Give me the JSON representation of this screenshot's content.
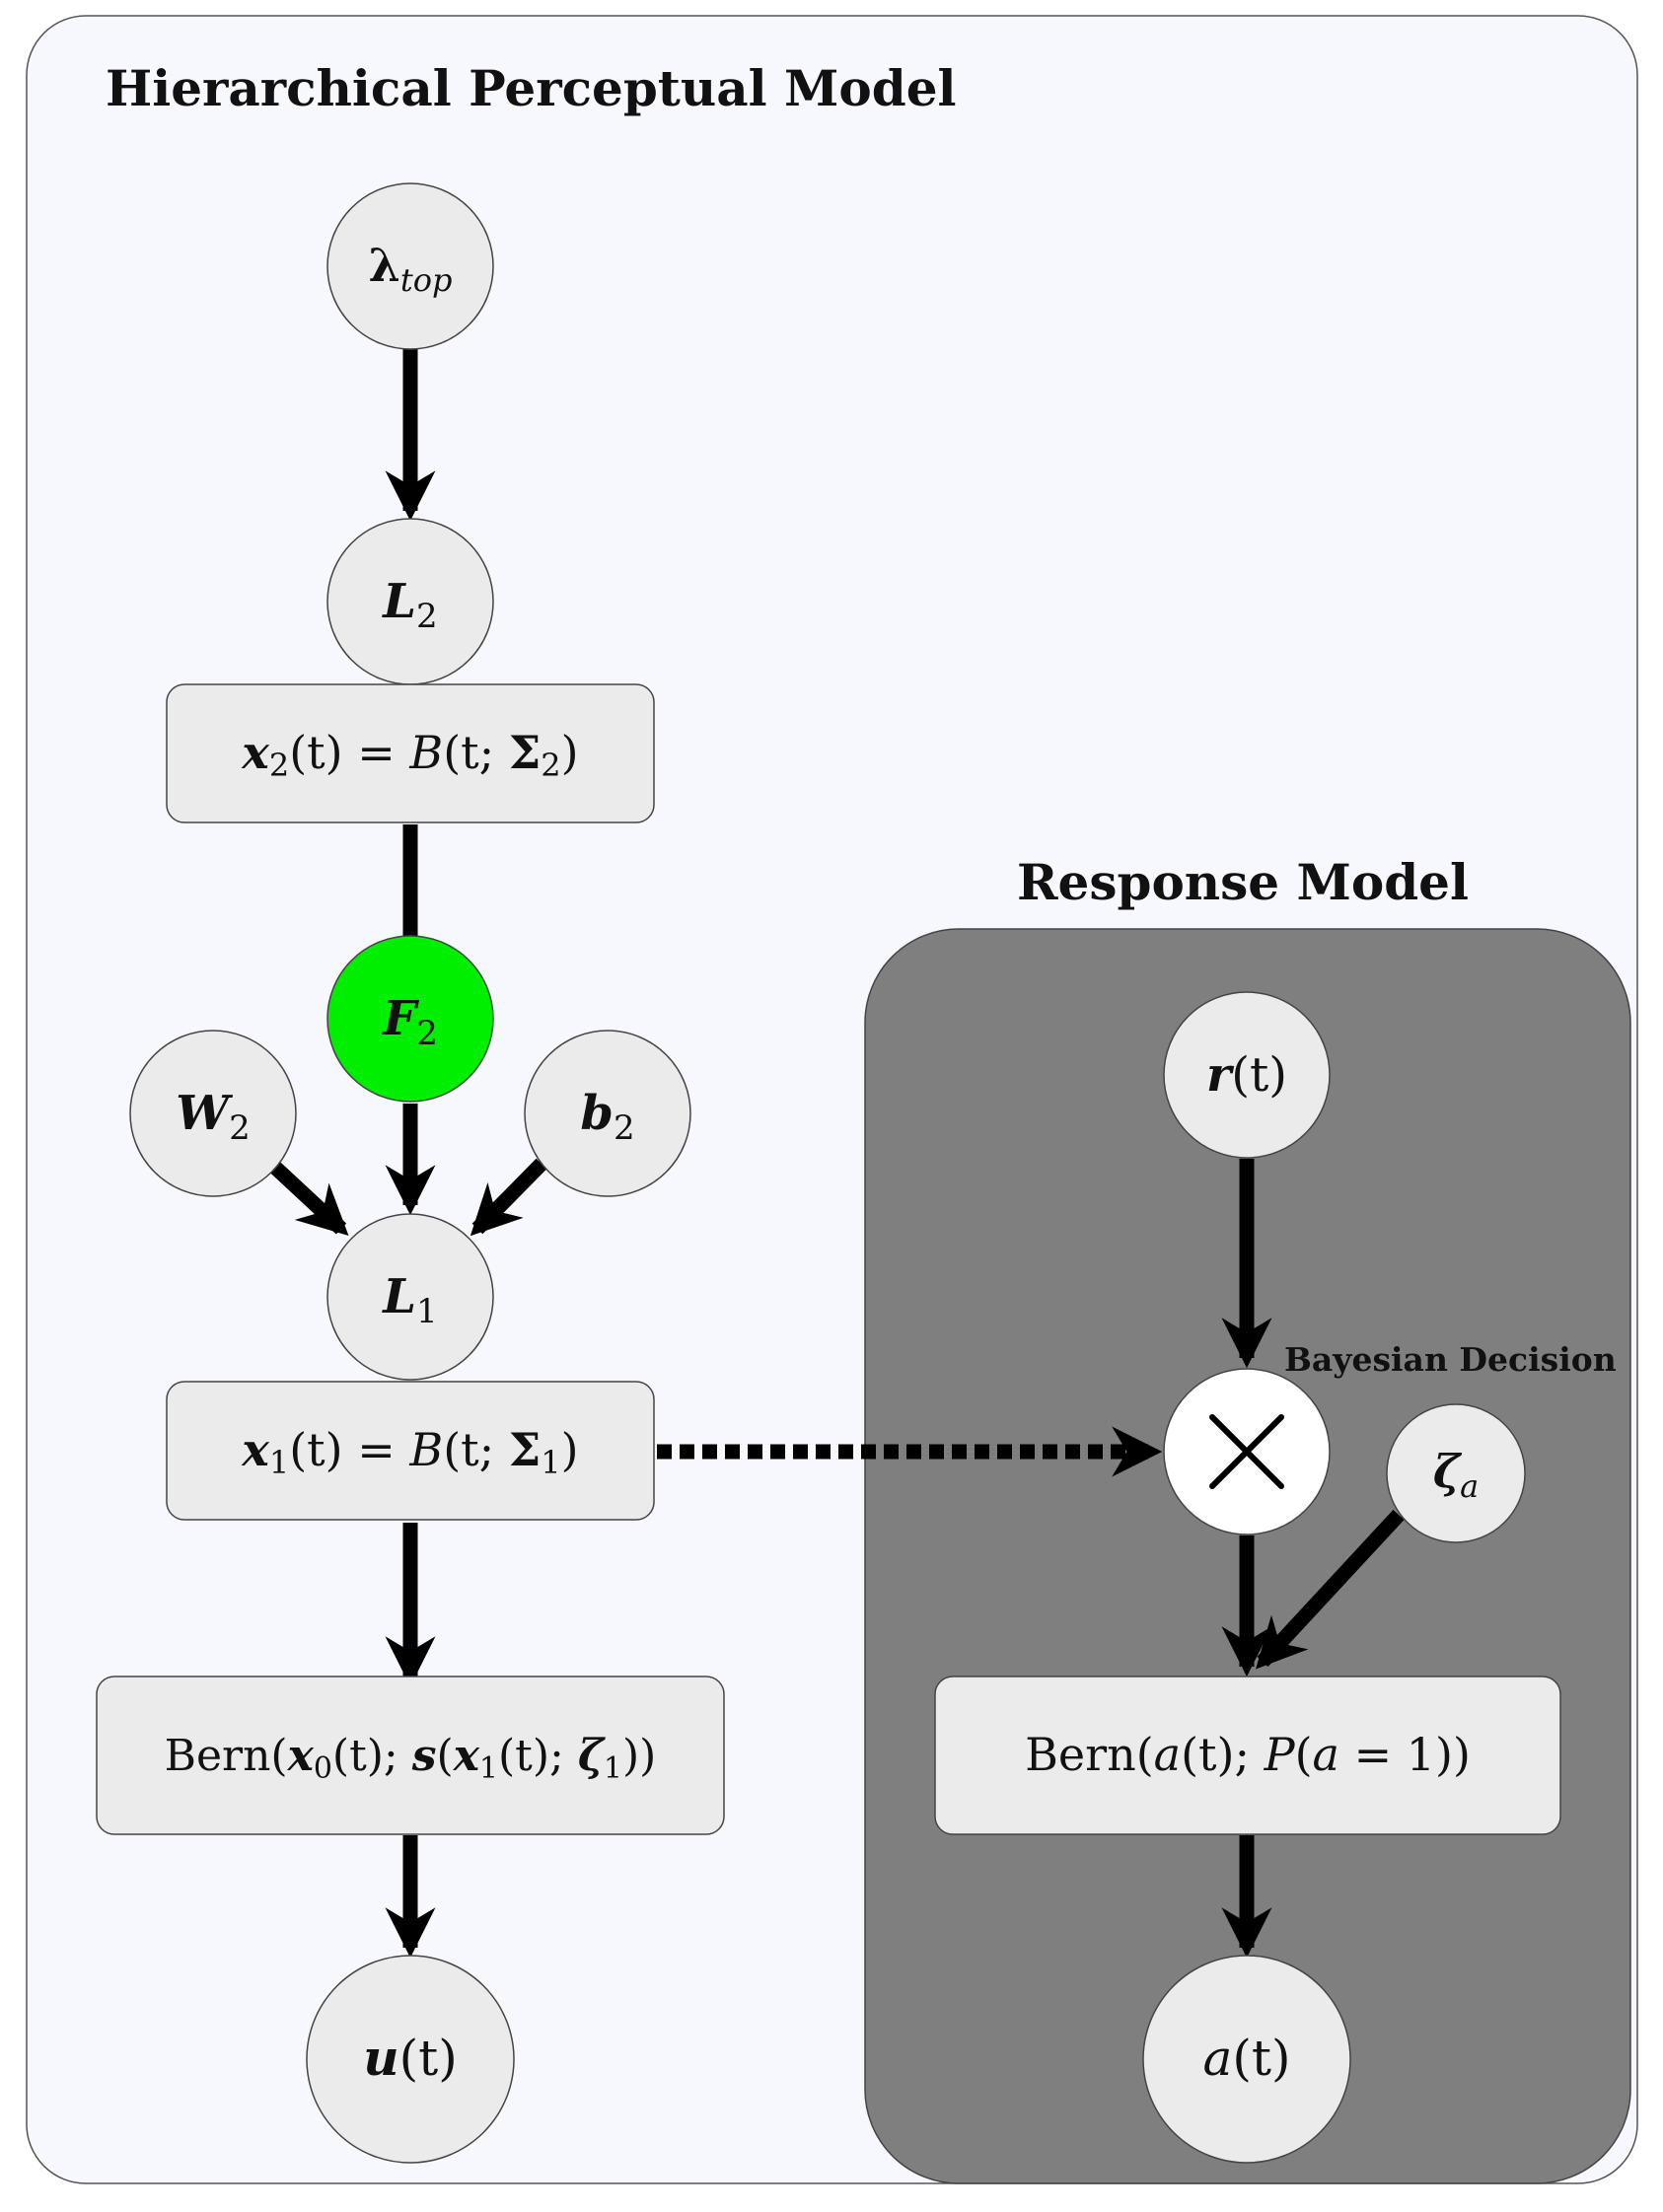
{
  "titles": {
    "perceptual": "Hierarchical Perceptual Model",
    "response": "Response Model",
    "decision": "Bayesian Decision"
  },
  "colors": {
    "panel_background": "#f7f8fe",
    "response_panel": "#7f7f7f",
    "node_fill": "#ebebeb",
    "highlight_node": "#00ee00",
    "decision_node": "#ffffff"
  },
  "nodes": {
    "lambda_top": {
      "main": "λ",
      "sub": "top"
    },
    "L2": {
      "main": "L",
      "sub": "2"
    },
    "F2": {
      "main": "F",
      "sub": "2"
    },
    "W2": {
      "main": "W",
      "sub": "2"
    },
    "b2": {
      "main": "b",
      "sub": "2"
    },
    "L1": {
      "main": "L",
      "sub": "1"
    },
    "u_t": {
      "main": "u",
      "rest": "(t)"
    },
    "r_t": {
      "main": "r",
      "rest": "(t)"
    },
    "zeta_a": {
      "main": "ζ",
      "sub": "a"
    },
    "a_t": {
      "main": "a",
      "rest": "(t)"
    },
    "decision": {
      "symbol": "multiply-icon"
    }
  },
  "boxes": {
    "x2": {
      "var": "x",
      "sub": "2",
      "arg": "(t) = ",
      "dist": "B",
      "open": "(t; ",
      "sigma": "Σ",
      "sigma_sub": "2",
      "close": ")"
    },
    "x1": {
      "var": "x",
      "sub": "1",
      "arg": "(t) = ",
      "dist": "B",
      "open": "(t; ",
      "sigma": "Σ",
      "sigma_sub": "1",
      "close": ")"
    },
    "bern_obs": {
      "fn": "Bern(",
      "x0": "x",
      "x0_sub": "0",
      "t1": "(t); ",
      "s": "s",
      "p1": "(",
      "x1": "x",
      "x1_sub": "1",
      "t2": "(t); ",
      "zeta": "ζ",
      "zeta_sub": "1",
      "close": "))"
    },
    "bern_resp": {
      "fn": "Bern(",
      "a": "a",
      "t": "(t); ",
      "P": "P",
      "p": "(",
      "a2": "a",
      "eq": " = 1))"
    }
  }
}
